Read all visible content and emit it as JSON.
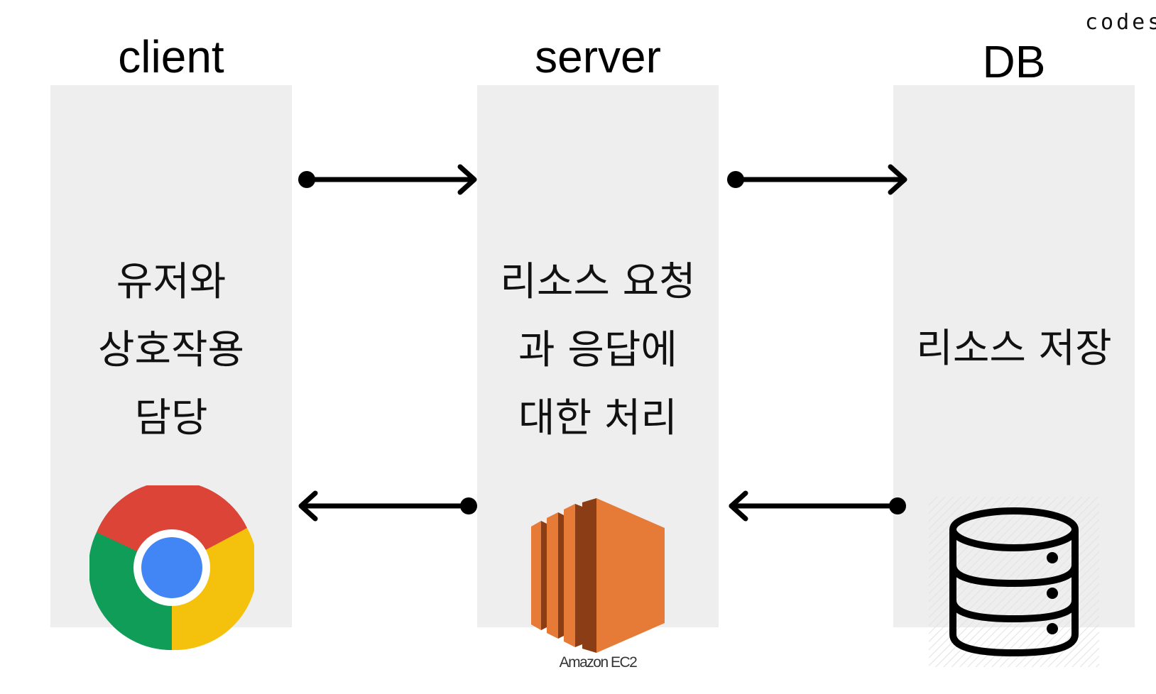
{
  "watermark": "codes",
  "tiers": {
    "client": {
      "title": "client",
      "description_lines": [
        "유저와",
        "상호작용",
        "담당"
      ],
      "icon": "chrome-icon"
    },
    "server": {
      "title": "server",
      "description_lines": [
        "리소스 요청",
        "과 응답에",
        "대한 처리"
      ],
      "icon": "amazon-ec2-icon",
      "icon_caption": "Amazon EC2"
    },
    "db": {
      "title": "DB",
      "description_lines": [
        "리소스 저장"
      ],
      "icon": "database-icon"
    }
  },
  "connections": [
    {
      "from": "client",
      "to": "server",
      "direction": "request"
    },
    {
      "from": "server",
      "to": "db",
      "direction": "request"
    },
    {
      "from": "server",
      "to": "client",
      "direction": "response"
    },
    {
      "from": "db",
      "to": "server",
      "direction": "response"
    }
  ],
  "colors": {
    "panel": "#eeeeee",
    "arrow": "#000000",
    "ec2_orange": "#e57b37",
    "ec2_dark": "#8b3d16",
    "chrome_red": "#db4437",
    "chrome_green": "#0f9d58",
    "chrome_yellow": "#f4c20d",
    "chrome_blue": "#4285f4"
  }
}
